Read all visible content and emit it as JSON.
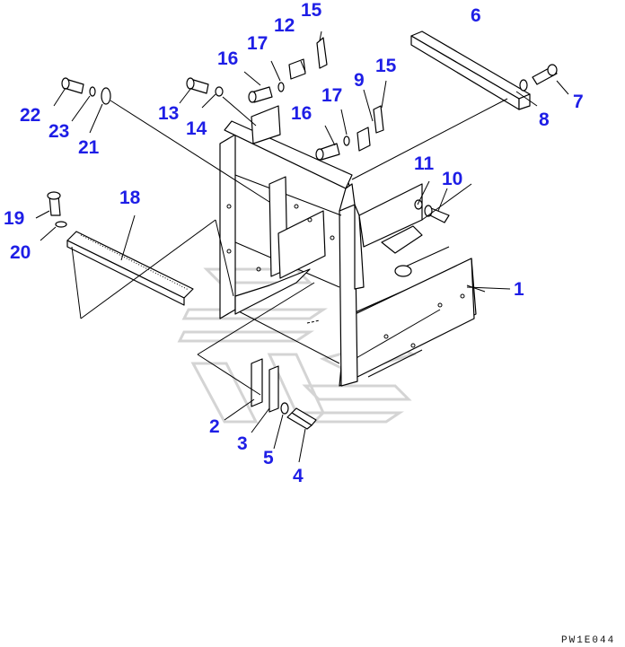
{
  "drawing_code": "PW1E044",
  "callouts": {
    "c1": "1",
    "c2": "2",
    "c3": "3",
    "c4": "4",
    "c5": "5",
    "c6": "6",
    "c7": "7",
    "c8": "8",
    "c9": "9",
    "c10": "10",
    "c11": "11",
    "c12": "12",
    "c13": "13",
    "c14": "14",
    "c15a": "15",
    "c15b": "15",
    "c16a": "16",
    "c16b": "16",
    "c17a": "17",
    "c17b": "17",
    "c18": "18",
    "c19": "19",
    "c20": "20",
    "c21": "21",
    "c22": "22",
    "c23": "23"
  },
  "colors": {
    "callout": "#1e1ee6",
    "line": "#000000",
    "watermark": "#d4d4d4"
  }
}
